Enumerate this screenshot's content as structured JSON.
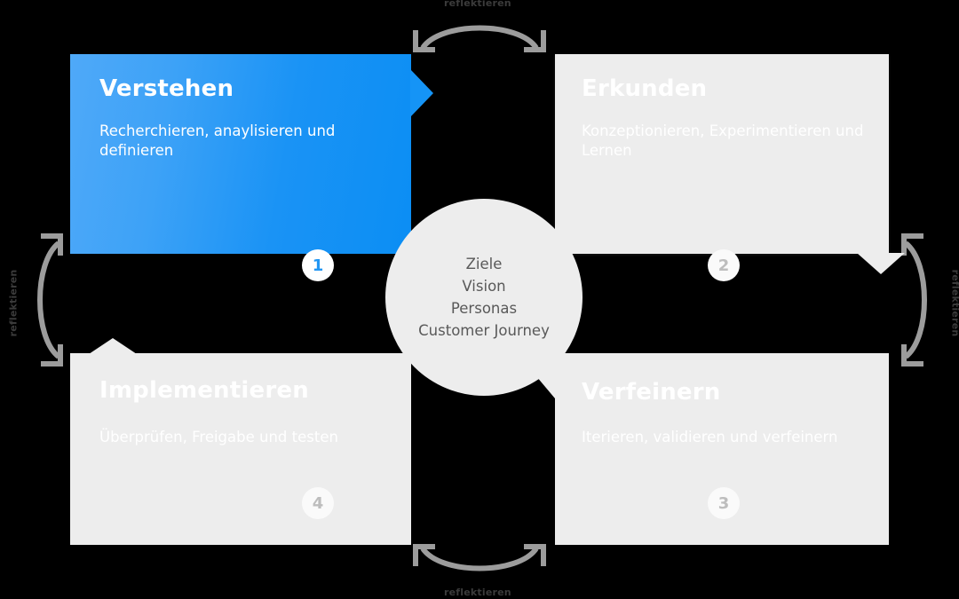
{
  "diagram": {
    "title_hidden": "",
    "accent_color": "#1a93f5",
    "box_color": "#ededed",
    "hub": {
      "lines": [
        "Ziele",
        "Vision",
        "Personas",
        "Customer Journey"
      ],
      "text": "Ziele\nVision\nPersonas\nCustomer Journey"
    },
    "quadrants": [
      {
        "number": "1",
        "title": "Verstehen",
        "description": "Recherchieren, anaylisieren und definieren",
        "color": "#1a93f5",
        "arrow_direction": "right",
        "active": true
      },
      {
        "number": "2",
        "title": "Erkunden",
        "description": "Konzeptionieren, Experimentieren und Lernen",
        "color": "#ededed",
        "arrow_direction": "down",
        "active": false
      },
      {
        "number": "3",
        "title": "Verfeinern",
        "description": "Iterieren, validieren und verfeinern",
        "color": "#ededed",
        "arrow_direction": "left",
        "active": false
      },
      {
        "number": "4",
        "title": "Implementieren",
        "description": "Überprüfen, Freigabe und testen",
        "color": "#ededed",
        "arrow_direction": "up",
        "active": false
      }
    ],
    "connectors": [
      {
        "position": "top",
        "label": "reflektieren",
        "style": "double-headed-arc"
      },
      {
        "position": "right",
        "label": "reflektieren",
        "style": "double-headed-arc"
      },
      {
        "position": "bottom",
        "label": "reflektieren",
        "style": "double-headed-arc"
      },
      {
        "position": "left",
        "label": "reflektieren",
        "style": "double-headed-arc"
      }
    ]
  }
}
